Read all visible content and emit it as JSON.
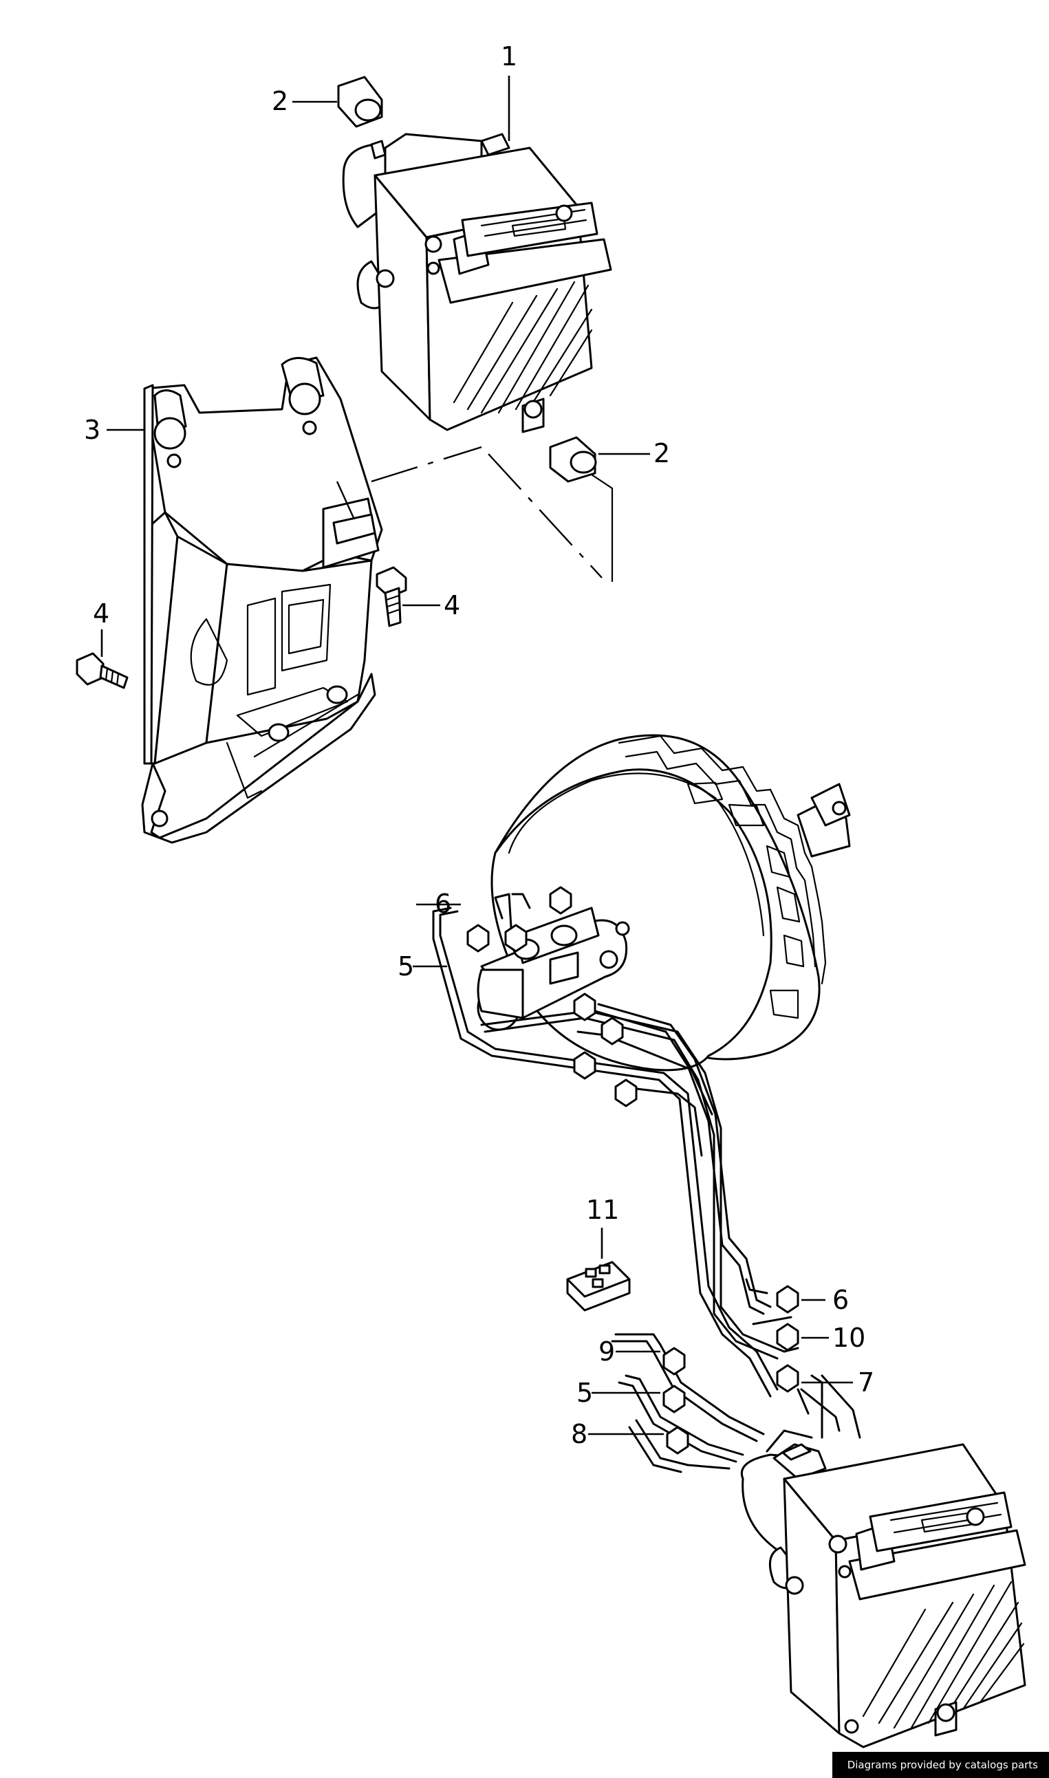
{
  "callouts": {
    "c1": "1",
    "c2_top": "2",
    "c2_lower": "2",
    "c3": "3",
    "c4_left": "4",
    "c4_right": "4",
    "c5_upper": "5",
    "c5_lower": "5",
    "c6_upper": "6",
    "c6_lower": "6",
    "c7": "7",
    "c8": "8",
    "c9": "9",
    "c10": "10",
    "c11": "11"
  },
  "credit": "Diagrams provided by catalogs parts",
  "colors": {
    "line": "#000000",
    "background": "#ffffff",
    "credit_bg": "#000000",
    "credit_text": "#ffffff"
  }
}
